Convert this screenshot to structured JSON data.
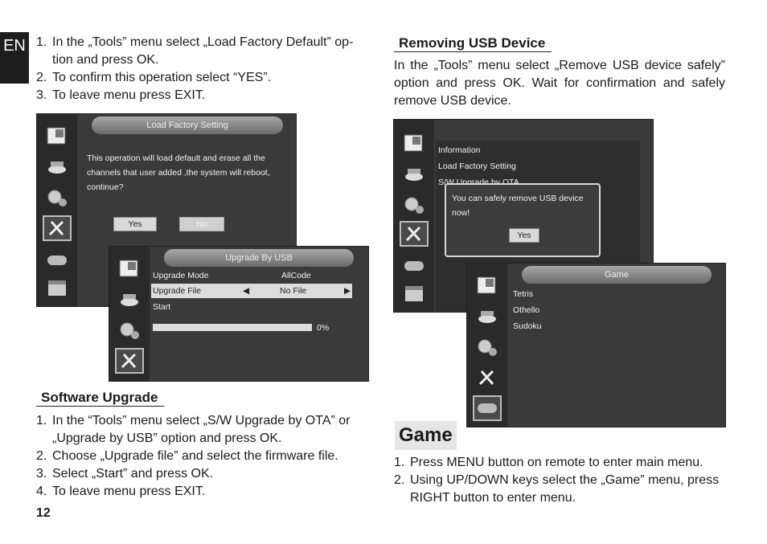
{
  "lang_tab": "EN",
  "page_number": "12",
  "load_factory": {
    "steps": [
      {
        "num": "1.",
        "lines": [
          "In the „Tools” menu select „Load Factory Default” op-",
          "tion and press OK."
        ]
      },
      {
        "num": "2.",
        "lines": [
          "To confirm this operation select “YES”."
        ]
      },
      {
        "num": "3.",
        "lines": [
          "To leave menu press EXIT."
        ]
      }
    ]
  },
  "screen_load": {
    "title": "Load Factory Setting",
    "message_lines": [
      "This operation will load default and erase all the",
      "channels that user added ,the system will reboot,",
      "continue?"
    ],
    "yes": "Yes",
    "no": "No"
  },
  "screen_usb": {
    "title": "Upgrade By USB",
    "rows": [
      {
        "label": "Upgrade Mode",
        "value": "AllCode"
      },
      {
        "label": "Upgrade File",
        "value": "No File"
      },
      {
        "label": "Start",
        "value": ""
      }
    ],
    "progress_text": "0%",
    "progress": 0
  },
  "software_upgrade": {
    "heading": "Software Upgrade",
    "steps": [
      {
        "num": "1.",
        "lines": [
          "In the “Tools” menu select „S/W Upgrade by OTA” or",
          "„Upgrade by USB” option and press OK."
        ]
      },
      {
        "num": "2.",
        "lines": [
          "Choose „Upgrade file” and select the firmware file."
        ]
      },
      {
        "num": "3.",
        "lines": [
          "Select „Start” and press OK."
        ]
      },
      {
        "num": "4.",
        "lines": [
          "To leave menu press EXIT."
        ]
      }
    ]
  },
  "removing_usb": {
    "heading": "Removing USB Device",
    "paragraph_lines": [
      "In the „Tools” menu select „Remove USB device safely”",
      "option and press OK. Wait for confirmation and safely",
      "remove USB device."
    ]
  },
  "screen_remove": {
    "menu": [
      "Information",
      "Load Factory Setting",
      "S/W Upgrade by OTA"
    ],
    "dialog_lines": [
      "You can safely remove USB device",
      "now!"
    ],
    "yes": "Yes"
  },
  "screen_game": {
    "title": "Game",
    "items": [
      "Tetris",
      "Othello",
      "Sudoku"
    ]
  },
  "game": {
    "heading": "Game",
    "steps": [
      {
        "num": "1.",
        "lines": [
          "Press MENU button on remote to enter main menu."
        ]
      },
      {
        "num": "2.",
        "lines": [
          "Using UP/DOWN keys select the „Game” menu, press",
          "RIGHT button to enter menu."
        ]
      }
    ]
  }
}
